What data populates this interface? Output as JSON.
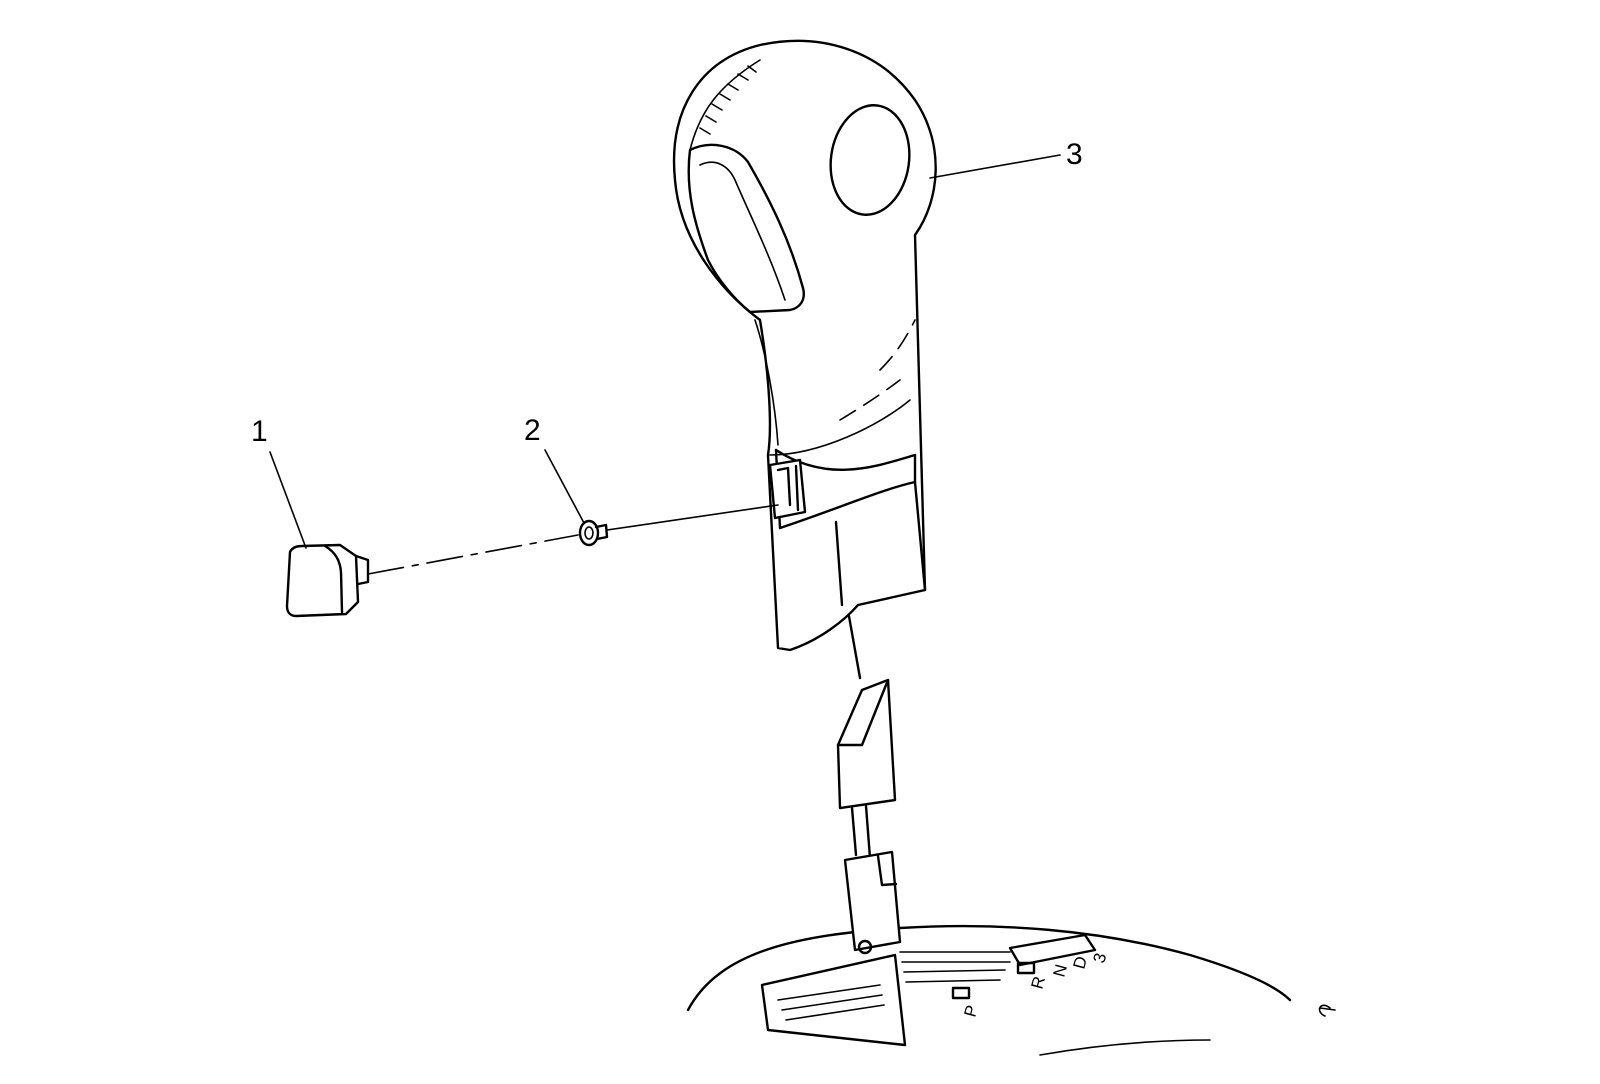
{
  "diagram": {
    "callouts": [
      {
        "id": "1",
        "label": "1"
      },
      {
        "id": "2",
        "label": "2"
      },
      {
        "id": "3",
        "label": "3"
      }
    ],
    "shift_gate": {
      "positions": [
        "P",
        "R",
        "N",
        "D",
        "3"
      ]
    },
    "stroke_color": "#000000",
    "background_color": "#ffffff"
  }
}
